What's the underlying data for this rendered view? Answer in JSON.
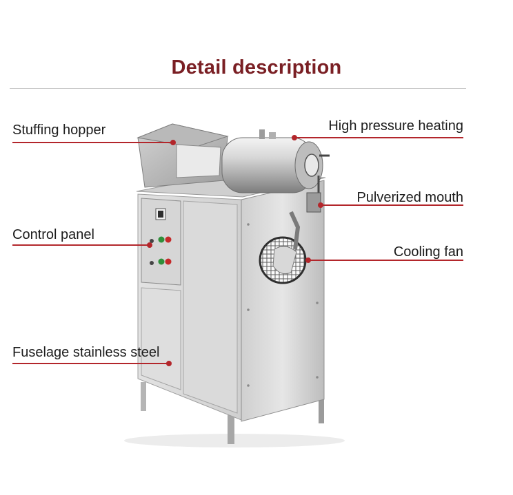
{
  "title": "Detail description",
  "colors": {
    "title": "#7a1f24",
    "leader": "#b3262b",
    "steel": "#d9d9d9",
    "steel_dark": "#9a9a9a"
  },
  "labels": {
    "stuffing_hopper": "Stuffing hopper",
    "control_panel": "Control panel",
    "fuselage": "Fuselage stainless steel",
    "high_pressure": "High pressure heating",
    "pulverized_mouth": "Pulverized mouth",
    "cooling_fan": "Cooling fan"
  }
}
